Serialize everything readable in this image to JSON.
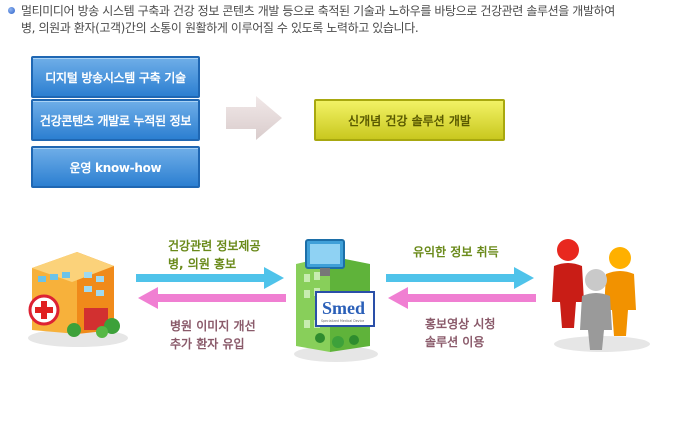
{
  "intro": {
    "line1": "멀티미디어 방송 시스템 구축과 건강 정보 콘텐츠 개발 등으로 축적된 기술과 노하우를 바탕으로 건강관련 솔루션을 개발하여",
    "line2": "병, 의원과 환자(고객)간의 소통이 원활하게 이루어질 수 있도록 노력하고 있습니다."
  },
  "boxes": {
    "b1": "디지털 방송시스템 구축 기술",
    "b2": "건강콘텐츠 개발로 누적된 정보",
    "b3": "운영 know-how",
    "result": "신개념 건강 솔루션 개발"
  },
  "flow": {
    "left_top": [
      "건강관련 정보제공",
      "병, 의원 홍보"
    ],
    "left_bottom": [
      "병원 이미지 개선",
      "추가 환자 유입"
    ],
    "right_top": [
      "유익한 정보 취득"
    ],
    "right_bottom": [
      "홍보영상 시청",
      "솔루션 이용"
    ]
  },
  "smed": {
    "logo": "Smed",
    "tagline": "Specialized Medical Device"
  },
  "colors": {
    "blue_box": "#2c7fd1",
    "yellow_box": "#d6d52a",
    "cyan_arrow": "#4fc3ea",
    "pink_arrow": "#f07fd2"
  }
}
